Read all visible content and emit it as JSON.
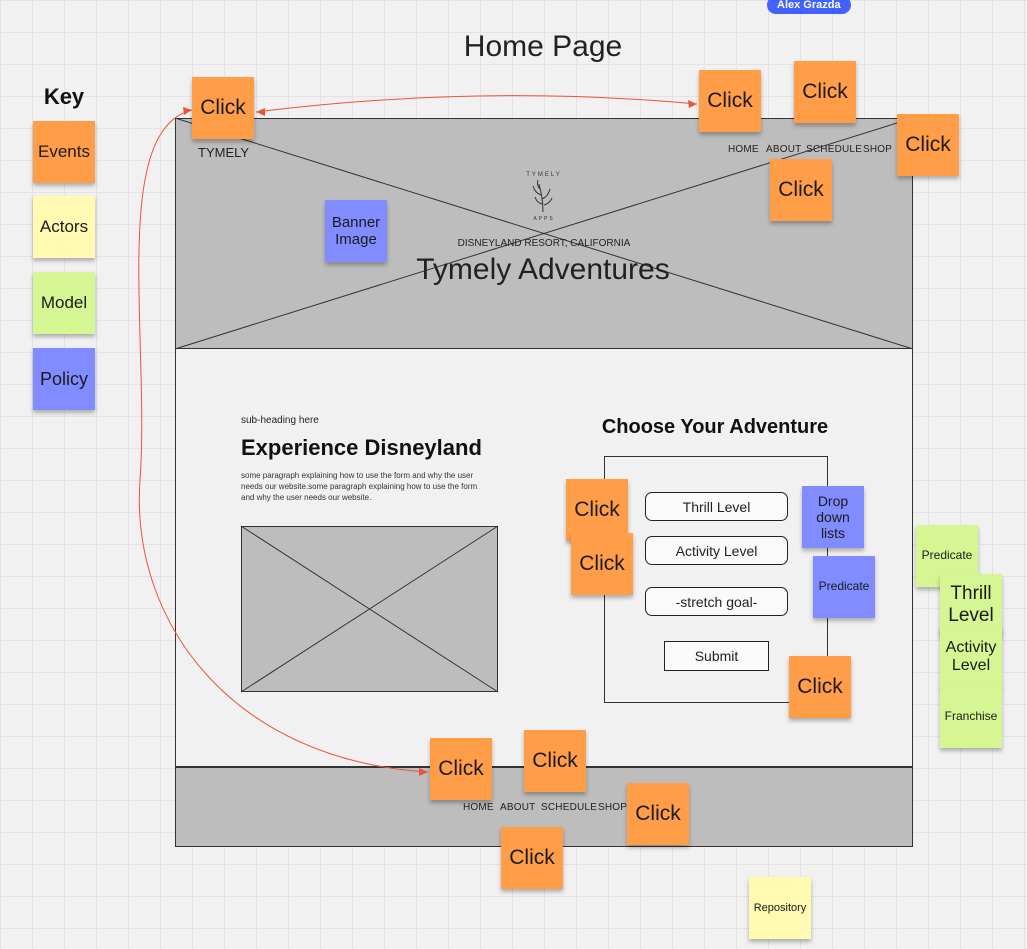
{
  "collaborator": "Alex Grazda",
  "board_title": "Home Page",
  "key": {
    "title": "Key",
    "items": [
      {
        "label": "Events",
        "color": "#ff9d48"
      },
      {
        "label": "Actors",
        "color": "#fff9b1"
      },
      {
        "label": "Model",
        "color": "#d5f692"
      },
      {
        "label": "Policy",
        "color": "#808cff"
      }
    ]
  },
  "wireframe": {
    "brand": "TYMELY",
    "nav": [
      "HOME",
      "ABOUT",
      "SCHEDULE",
      "SHOP"
    ],
    "logo_text_top": "TYMELY",
    "logo_text_bottom": "APPS",
    "hero_subtitle": "DISNEYLAND RESORT, CALIFORNIA",
    "hero_title": "Tymely Adventures",
    "subheading": "sub-heading here",
    "section_title": "Experience Disneyland",
    "paragraph": "some paragraph explaining how to use the form and why the user needs our website.some paragraph explaining how to use the form and why the user needs our website.",
    "form_title": "Choose Your Adventure",
    "form_fields": [
      "Thrill Level",
      "Activity Level",
      "-stretch goal-"
    ],
    "submit_label": "Submit",
    "footer_nav": [
      "HOME",
      "ABOUT",
      "SCHEDULE",
      "SHOP"
    ]
  },
  "stickies": {
    "click_label": "Click",
    "banner_image": "Banner Image",
    "dropdown_lists": "Drop down lists",
    "predicate_blue": "Predicate",
    "predicate_green": "Predicate",
    "thrill_level": "Thrill Level",
    "activity_level": "Activity Level",
    "franchise": "Franchise",
    "repository": "Repository"
  }
}
